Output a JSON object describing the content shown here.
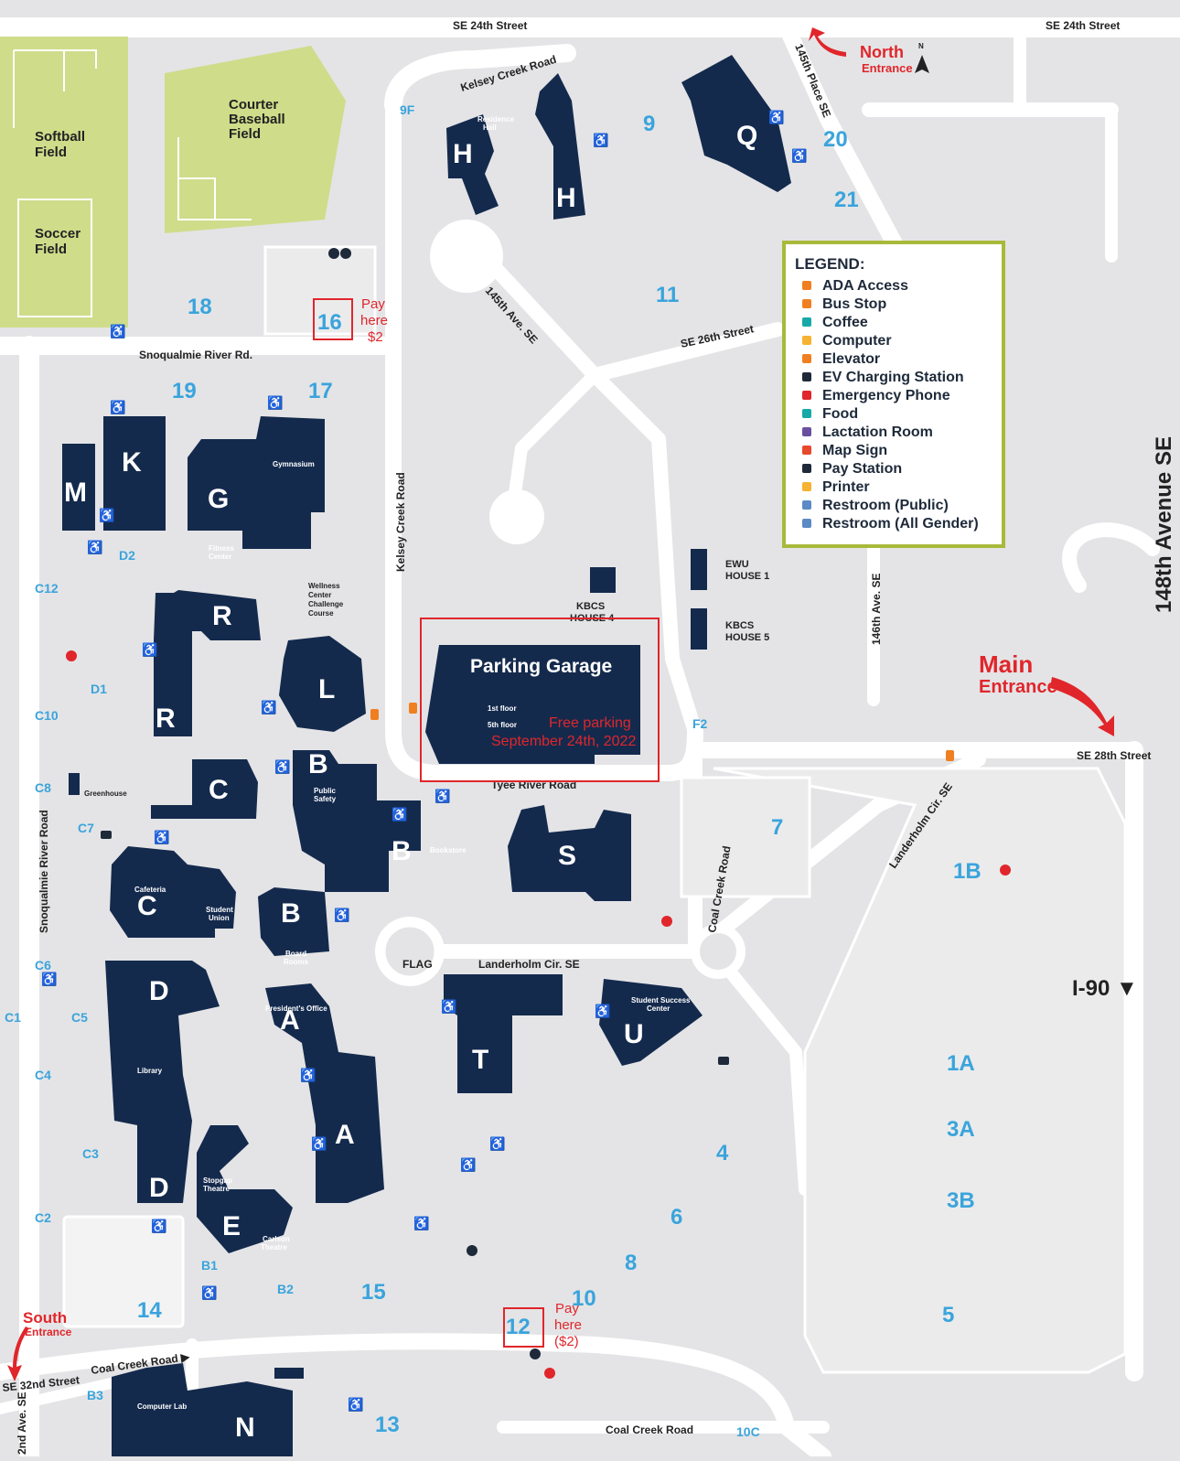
{
  "map_title": "",
  "streets": {
    "se24_left": "SE 24th Street",
    "se24_right": "SE 24th Street",
    "kelsey_top": "Kelsey Creek Road",
    "kelsey_vert": "Kelsey Creek Road",
    "place145": "145th Place SE",
    "ave145": "145th Ave. SE",
    "se26": "SE 26th Street",
    "snoqualmie_rd": "Snoqualmie River Rd.",
    "snoqualmie_vert": "Snoqualmie River Road",
    "ave146": "146th Ave. SE",
    "ave148": "148th Avenue SE",
    "se28": "SE 28th Street",
    "tyee": "Tyee River Road",
    "landerholm_diag": "Landerholm Cir. SE",
    "landerholm": "Landerholm Cir. SE",
    "coal_vert": "Coal Creek Road",
    "coal_bottom_left": "Coal Creek Road ▶",
    "coal_bottom": "Coal Creek Road",
    "se32": "SE 32nd Street",
    "ave_bottom_left": "2nd Ave. SE",
    "i90": "I-90 ▼"
  },
  "fields": {
    "softball": [
      "Softball",
      "Field"
    ],
    "soccer": [
      "Soccer",
      "Field"
    ],
    "baseball": [
      "Courter",
      "Baseball",
      "Field"
    ]
  },
  "entrances": {
    "north": [
      "North",
      "Entrance"
    ],
    "main": [
      "Main",
      "Entrance"
    ],
    "south": [
      "South",
      "Entrance"
    ],
    "north_arrow": "N"
  },
  "buildings": {
    "H": "H",
    "H2": "H",
    "Q": "Q",
    "K": "K",
    "M": "M",
    "G": "G",
    "R": "R",
    "R2": "R",
    "L": "L",
    "C": "C",
    "C2": "C",
    "B": "B",
    "B2": "B",
    "B3": "B",
    "S": "S",
    "D": "D",
    "D2": "D",
    "A": "A",
    "A2": "A",
    "T": "T",
    "U": "U",
    "E": "E",
    "N": "N",
    "residence_hall": [
      "Residence",
      "Hall"
    ],
    "gymnasium": "Gymnasium",
    "fitness_center": [
      "Fitness",
      "Center"
    ],
    "wellness": [
      "Wellness",
      "Center",
      "Challenge",
      "Course"
    ],
    "kbcs4": [
      "KBCS",
      "HOUSE 4"
    ],
    "ewu1": [
      "EWU",
      "HOUSE 1"
    ],
    "kbcs5": [
      "KBCS",
      "HOUSE 5"
    ],
    "parking_garage": "Parking Garage",
    "floor1": "1st floor",
    "floor5": "5th floor",
    "greenhouse": "Greenhouse",
    "public_safety": [
      "Public",
      "Safety"
    ],
    "bookstore": "Bookstore",
    "cafeteria": "Cafeteria",
    "student_union": [
      "Student",
      "Union"
    ],
    "board_rooms": [
      "Board",
      "Rooms"
    ],
    "presidents_office": "President's Office",
    "library": "Library",
    "student_success": [
      "Student Success",
      "Center"
    ],
    "stopgap": [
      "Stopgap",
      "Theatre"
    ],
    "carlson": [
      "Carlson",
      "Theatre"
    ],
    "computer_lab": "Computer Lab",
    "flag": "FLAG"
  },
  "lots": {
    "9F": "9F",
    "9": "9",
    "20": "20",
    "21": "21",
    "11": "11",
    "18": "18",
    "16": "16",
    "19": "19",
    "17": "17",
    "D2": "D2",
    "C12": "C12",
    "D1": "D1",
    "C10": "C10",
    "F2": "F2",
    "C8": "C8",
    "C7": "C7",
    "7": "7",
    "1B": "1B",
    "C6": "C6",
    "C5": "C5",
    "C1": "C1",
    "C4": "C4",
    "1A": "1A",
    "3A": "3A",
    "3B": "3B",
    "4": "4",
    "6": "6",
    "8": "8",
    "C3": "C3",
    "C2": "C2",
    "B1": "B1",
    "B2": "B2",
    "14": "14",
    "15": "15",
    "10": "10",
    "12": "12",
    "5": "5",
    "B3": "B3",
    "13": "13",
    "10C": "10C"
  },
  "annotations": {
    "pay16": [
      "Pay",
      "here",
      "$2"
    ],
    "free_parking": [
      "Free parking",
      "September 24th, 2022"
    ],
    "pay12": [
      "Pay",
      "here",
      "($2)"
    ]
  },
  "legend": {
    "title": "LEGEND:",
    "items": [
      {
        "label": "ADA Access",
        "icon": "ada-icon",
        "color": "#f07f21"
      },
      {
        "label": "Bus Stop",
        "icon": "bus-stop-icon",
        "color": "#f07f21"
      },
      {
        "label": "Coffee",
        "icon": "coffee-icon",
        "color": "#17a9a8"
      },
      {
        "label": "Computer",
        "icon": "computer-icon",
        "color": "#f6b232"
      },
      {
        "label": "Elevator",
        "icon": "elevator-icon",
        "color": "#f07f21"
      },
      {
        "label": "EV Charging Station",
        "icon": "ev-charging-icon",
        "color": "#1e2a3a"
      },
      {
        "label": "Emergency Phone",
        "icon": "emergency-phone-icon",
        "color": "#e0262b"
      },
      {
        "label": "Food",
        "icon": "food-icon",
        "color": "#17a9a8"
      },
      {
        "label": "Lactation Room",
        "icon": "lactation-room-icon",
        "color": "#6a4fa0"
      },
      {
        "label": "Map Sign",
        "icon": "map-sign-icon",
        "color": "#e8482b"
      },
      {
        "label": "Pay Station",
        "icon": "pay-station-icon",
        "color": "#1e2a3a"
      },
      {
        "label": "Printer",
        "icon": "printer-icon",
        "color": "#f6b232"
      },
      {
        "label": "Restroom (Public)",
        "icon": "restroom-public-icon",
        "color": "#5b8ac6"
      },
      {
        "label": "Restroom (All Gender)",
        "icon": "restroom-all-gender-icon",
        "color": "#5b8ac6"
      }
    ]
  },
  "colors": {
    "building": "#142a4d",
    "lot_label": "#3aa4dc",
    "field": "#cfdc8a",
    "road": "#ffffff",
    "ground": "#e4e4e6",
    "accent_red": "#e0262b",
    "legend_border": "#a9b93a"
  }
}
